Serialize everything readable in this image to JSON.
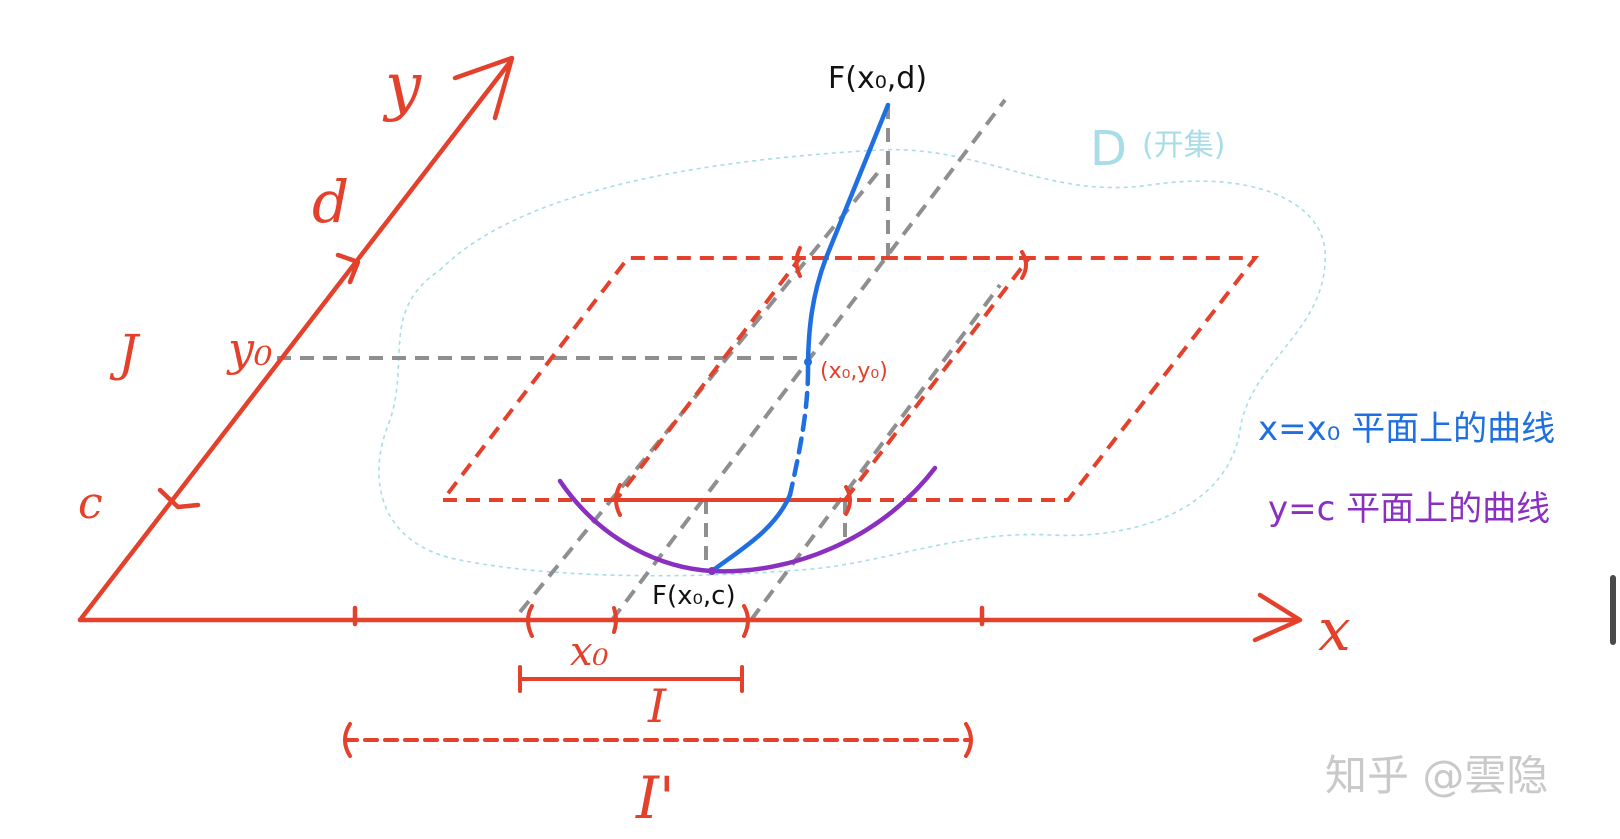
{
  "colors": {
    "axes": "#e3412b",
    "region_D": "#a8dde7",
    "dashed_grey": "#8f8f8f",
    "curve_x_eq_x0": "#1f6fe0",
    "curve_y_eq_c": "#8a2fc0",
    "text_black": "#111111",
    "watermark": "#c9c9c9"
  },
  "axes": {
    "y_label": "y",
    "x_label": "x",
    "d_label": "d",
    "y0_label": "y₀",
    "c_label": "c",
    "J_label": "J",
    "x0_label": "x₀",
    "I_label": "I",
    "I_prime_label": "I'"
  },
  "region": {
    "label": "D",
    "note": "(开集)"
  },
  "points": {
    "F_top": "F(x₀,d)",
    "F_bottom": "F(x₀,c)",
    "mid": "(x₀,y₀)"
  },
  "legend": {
    "blue_text": "x=x₀ 平面上的曲线",
    "purple_text": "y=c 平面上的曲线"
  },
  "watermark": {
    "text": "知乎 @雲隐"
  }
}
